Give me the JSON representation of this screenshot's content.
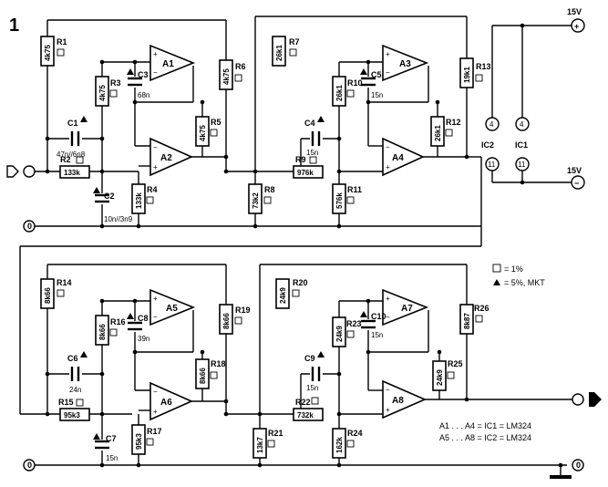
{
  "figure": {
    "number": "1"
  },
  "power": {
    "pos": "15V",
    "neg": "15V",
    "pos_sign": "+",
    "neg_sign": "−",
    "ic2": "IC2",
    "ic1": "IC1",
    "pin4": "4",
    "pin11": "11",
    "ground": "0"
  },
  "legend": {
    "one_percent": "= 1%",
    "five_percent": "= 5%, MKT",
    "ic1_line": "A1 . . . A4 = IC1 = LM324",
    "ic2_line": "A5 . . . A8 = IC2 = LM324"
  },
  "opamps": {
    "a1": "A1",
    "a2": "A2",
    "a3": "A3",
    "a4": "A4",
    "a5": "A5",
    "a6": "A6",
    "a7": "A7",
    "a8": "A8"
  },
  "resistors": {
    "r1": {
      "name": "R1",
      "value": "4k75"
    },
    "r2": {
      "name": "R2",
      "value": "133k"
    },
    "r3": {
      "name": "R3",
      "value": "4k75"
    },
    "r4": {
      "name": "R4",
      "value": "133k"
    },
    "r5": {
      "name": "R5",
      "value": "4k75"
    },
    "r6": {
      "name": "R6",
      "value": "4k75"
    },
    "r7": {
      "name": "R7",
      "value": "26k1"
    },
    "r8": {
      "name": "R8",
      "value": "73k2"
    },
    "r9": {
      "name": "R9",
      "value": "976k"
    },
    "r10": {
      "name": "R10",
      "value": "26k1"
    },
    "r11": {
      "name": "R11",
      "value": "576k"
    },
    "r12": {
      "name": "R12",
      "value": "26k1"
    },
    "r13": {
      "name": "R13",
      "value": "19k1"
    },
    "r14": {
      "name": "R14",
      "value": "8k66"
    },
    "r15": {
      "name": "R15",
      "value": "95k3"
    },
    "r16": {
      "name": "R16",
      "value": "8k66"
    },
    "r17": {
      "name": "R17",
      "value": "95k3"
    },
    "r18": {
      "name": "R18",
      "value": "8k66"
    },
    "r19": {
      "name": "R19",
      "value": "8k66"
    },
    "r20": {
      "name": "R20",
      "value": "24k9"
    },
    "r21": {
      "name": "R21",
      "value": "13k7"
    },
    "r22": {
      "name": "R22",
      "value": "732k"
    },
    "r23": {
      "name": "R23",
      "value": "24k9"
    },
    "r24": {
      "name": "R24",
      "value": "162k"
    },
    "r25": {
      "name": "R25",
      "value": "24k9"
    },
    "r26": {
      "name": "R26",
      "value": "8k87"
    }
  },
  "capacitors": {
    "c1": {
      "name": "C1",
      "value": "47n//6n8"
    },
    "c2": {
      "name": "C2",
      "value": "10n//3n9"
    },
    "c3": {
      "name": "C3",
      "value": "68n"
    },
    "c4": {
      "name": "C4",
      "value": "15n"
    },
    "c5": {
      "name": "C5",
      "value": "15n"
    },
    "c6": {
      "name": "C6",
      "value": "24n"
    },
    "c7": {
      "name": "C7",
      "value": "15n"
    },
    "c8": {
      "name": "C8",
      "value": "39n"
    },
    "c9": {
      "name": "C9",
      "value": "15n"
    },
    "c10": {
      "name": "C10",
      "value": "15n"
    }
  }
}
